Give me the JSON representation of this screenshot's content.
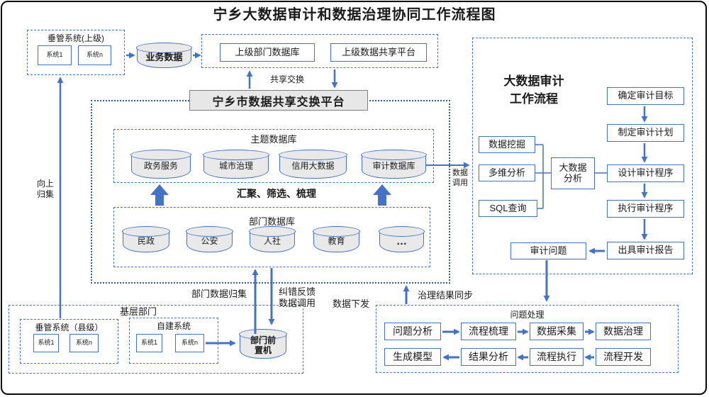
{
  "title": "宁乡大数据审计和数据治理协同工作流程图",
  "colors": {
    "accent_blue": "#4472C4",
    "dotted_blue": "#2D5BA9",
    "gray_fill": "#E9E9E9",
    "platform_border": "#7F7F7F"
  },
  "upper": {
    "vertical_sys": {
      "label": "垂管系统(上级)",
      "systems": [
        "系统1",
        "系统n"
      ]
    },
    "business_data": "业务数据",
    "dbs": [
      "上级部门数据库",
      "上级数据共享平台"
    ],
    "share_exchange": "共享交换"
  },
  "platform": "宁乡市数据共享交换平台",
  "center": {
    "theme": {
      "label": "主题数据库",
      "cylinders": [
        "政务服务",
        "城市治理",
        "信用大数据",
        "审计数据库"
      ]
    },
    "aggregate": "汇聚、筛选、梳理",
    "dept": {
      "label": "部门数据库",
      "cylinders": [
        "民政",
        "公安",
        "人社",
        "教育",
        "…"
      ]
    }
  },
  "labels": {
    "up_collect": "向上\n归集",
    "data_call": "数据\n调用",
    "dept_collect": "部门数据归集",
    "feedback": "纠错反馈\n数据调用",
    "data_dispatch": "数据下发",
    "govern_sync": "治理结果同步"
  },
  "audit": {
    "title": "大数据审计\n工作流程",
    "tools": [
      "数据挖掘",
      "多维分析",
      "SQL查询"
    ],
    "analysis": "大数据\n分析",
    "steps": [
      "确定审计目标",
      "制定审计计划",
      "设计审计程序",
      "执行审计程序",
      "出具审计报告"
    ],
    "issue": "审计问题"
  },
  "problem": {
    "label": "问题处理",
    "row1": [
      "问题分析",
      "流程梳理",
      "数据采集",
      "数据治理"
    ],
    "row2": [
      "生成模型",
      "结果分析",
      "流程执行",
      "流程开发"
    ]
  },
  "grassroots": {
    "label": "基层部门",
    "county_sys": {
      "label": "垂管系统（县级）",
      "systems": [
        "系统1",
        "系统n"
      ]
    },
    "self_built": {
      "label": "自建系统",
      "systems": [
        "系统1",
        "系统n"
      ]
    },
    "front_machine": "部门前\n置机"
  }
}
